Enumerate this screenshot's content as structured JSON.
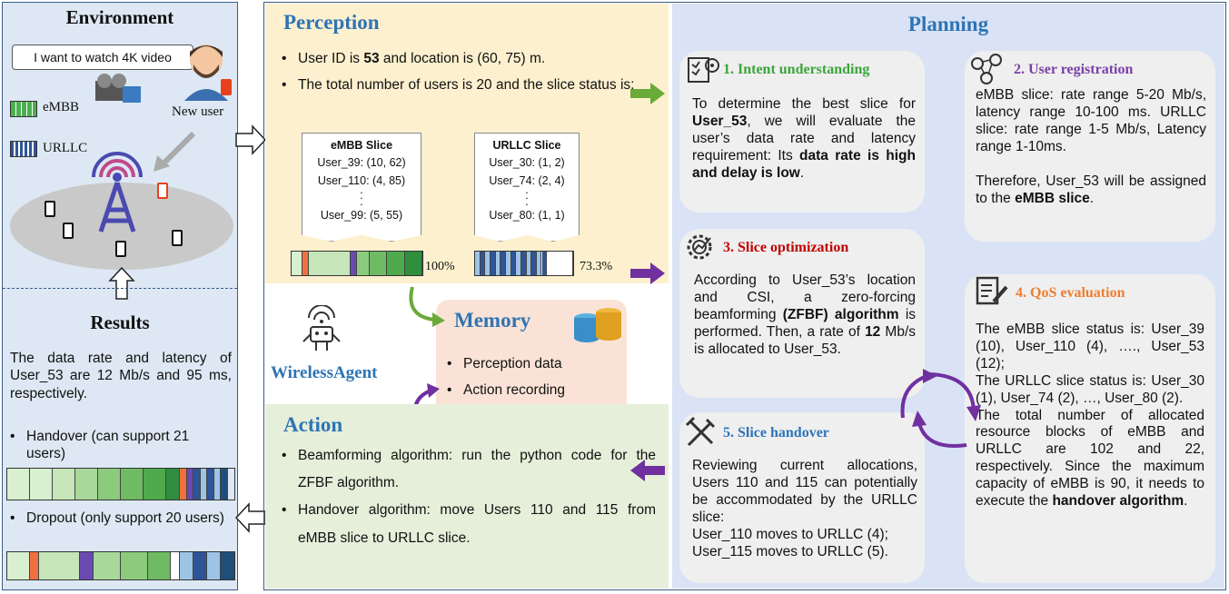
{
  "environment": {
    "title": "Environment",
    "speech": "I want to watch 4K video",
    "embb_legend": "eMBB",
    "urllc_legend": "URLLC",
    "new_user": "New user"
  },
  "results": {
    "title": "Results",
    "summary": "The data rate and latency of User_53 are 12 Mb/s and 95 ms, respectively.",
    "handover": "Handover (can support 21 users)",
    "dropout": "Dropout (only support 20 users)"
  },
  "perception": {
    "title": "Perception",
    "bullet1": [
      "User ID is ",
      "53",
      " and location is (60, 75) m."
    ],
    "bullet2": "The total number of users is 20 and the slice status is:",
    "embb_slice": {
      "title": "eMBB Slice",
      "rows": [
        "User_39: (10, 62)",
        "User_110: (4, 85)",
        "User_99: (5, 55)"
      ],
      "percent": "100%",
      "fill": 1.0
    },
    "urllc_slice": {
      "title": "URLLC Slice",
      "rows": [
        "User_30: (1, 2)",
        "User_74: (2, 4)",
        "User_80: (1, 1)"
      ],
      "percent": "73.3%",
      "fill": 0.733
    }
  },
  "memory": {
    "title": "Memory",
    "items": [
      "Perception data",
      "Action recording"
    ]
  },
  "agent": {
    "name": "WirelessAgent"
  },
  "action": {
    "title": "Action",
    "items": [
      "Beamforming algorithm: run the python code for the ZFBF algorithm.",
      "Handover algorithm: move Users 110 and 115 from eMBB slice to URLLC slice."
    ]
  },
  "planning": {
    "title": "Planning",
    "step1": {
      "title": "1. Intent understanding",
      "color": "#3aa53a",
      "text": [
        "To determine the best slice for ",
        "User_53",
        ", we will evaluate the user’s data rate and latency requirement: Its ",
        "data rate is high and delay is low",
        "."
      ]
    },
    "step2": {
      "title": "2. User registration",
      "color": "#7a3fa8",
      "text": [
        "eMBB slice: rate range 5-20 Mb/s, latency range 10-100 ms. URLLC slice: rate range 1-5 Mb/s, Latency range 1-10ms.",
        "Therefore, User_53 will be assigned to the ",
        "eMBB slice",
        "."
      ]
    },
    "step3": {
      "title": "3. Slice optimization",
      "color": "#c00000",
      "text": [
        "According to User_53’s location and CSI, a zero-forcing beamforming ",
        "(ZFBF) algorithm",
        " is performed. Then, a rate of ",
        "12",
        " Mb/s is allocated to User_53."
      ]
    },
    "step4": {
      "title": "4. QoS evaluation",
      "color": "#ed7d31",
      "text": [
        "The eMBB slice status is: User_39 (10), User_110 (4), …., User_53 (12);",
        "The URLLC slice status is: User_30 (1), User_74 (2), …, User_80 (2).",
        "The total number of allocated resource blocks of eMBB and URLLC are 102 and 22, respectively. Since the maximum capacity of eMBB is 90, it needs to execute the ",
        "handover algorithm",
        "."
      ]
    },
    "step5": {
      "title": "5. Slice handover",
      "color": "#2e74b5",
      "text": [
        "Reviewing current allocations, Users 110 and 115 can potentially be accommodated by the URLLC slice:",
        "User_110 moves to URLLC (4);",
        "User_115 moves to URLLC (5)."
      ]
    }
  },
  "colors": {
    "blue_title": "#2e74b5",
    "embb_green": "#2e8b57",
    "urllc_blue": "#1f4e79",
    "arrow_green": "#6aaa3a",
    "arrow_purple": "#7030a0"
  }
}
